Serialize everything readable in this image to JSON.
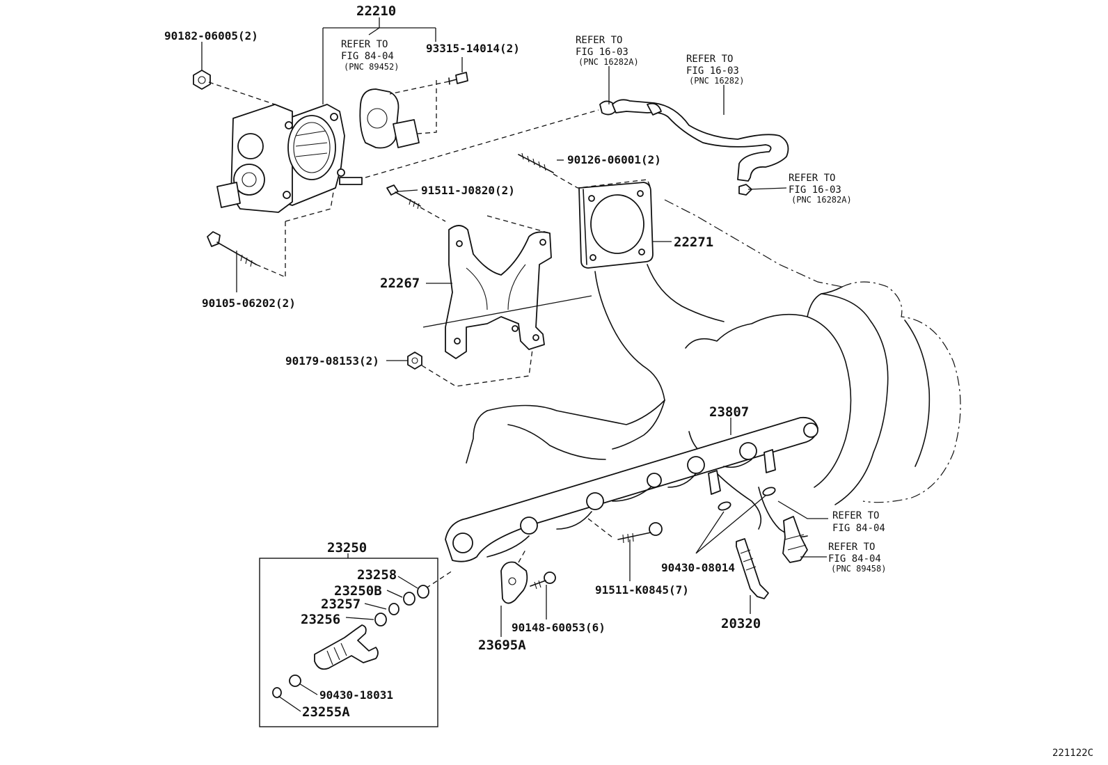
{
  "parts": {
    "p22210": "22210",
    "p90182": "90182-06005(2)",
    "p93315": "93315-14014(2)",
    "p90126": "90126-06001(2)",
    "p91511j": "91511-J0820(2)",
    "p22271": "22271",
    "p22267": "22267",
    "p90105": "90105-06202(2)",
    "p90179": "90179-08153(2)",
    "p23807": "23807",
    "p23250": "23250",
    "p23258": "23258",
    "p23250b": "23250B",
    "p23257": "23257",
    "p23256": "23256",
    "p90430_18031": "90430-18031",
    "p23255a": "23255A",
    "p23695a": "23695A",
    "p90148": "90148-60053(6)",
    "p91511k": "91511-K0845(7)",
    "p90430_08014": "90430-08014",
    "p20320": "20320"
  },
  "refs": {
    "r1": {
      "l1": "REFER TO",
      "l2": "FIG 84-04",
      "l3": "(PNC 89452)"
    },
    "r2": {
      "l1": "REFER TO",
      "l2": "FIG 16-03",
      "l3": "(PNC 16282A)"
    },
    "r3": {
      "l1": "REFER TO",
      "l2": "FIG 16-03",
      "l3": "(PNC 16282)"
    },
    "r4": {
      "l1": "REFER TO",
      "l2": "FIG 16-03",
      "l3": "(PNC 16282A)"
    },
    "r5": {
      "l1": "REFER TO",
      "l2": "FIG 84-04"
    },
    "r6": {
      "l1": "REFER TO",
      "l2": "FIG 84-04",
      "l3": "(PNC 89458)"
    }
  },
  "figure_code": "221122C"
}
